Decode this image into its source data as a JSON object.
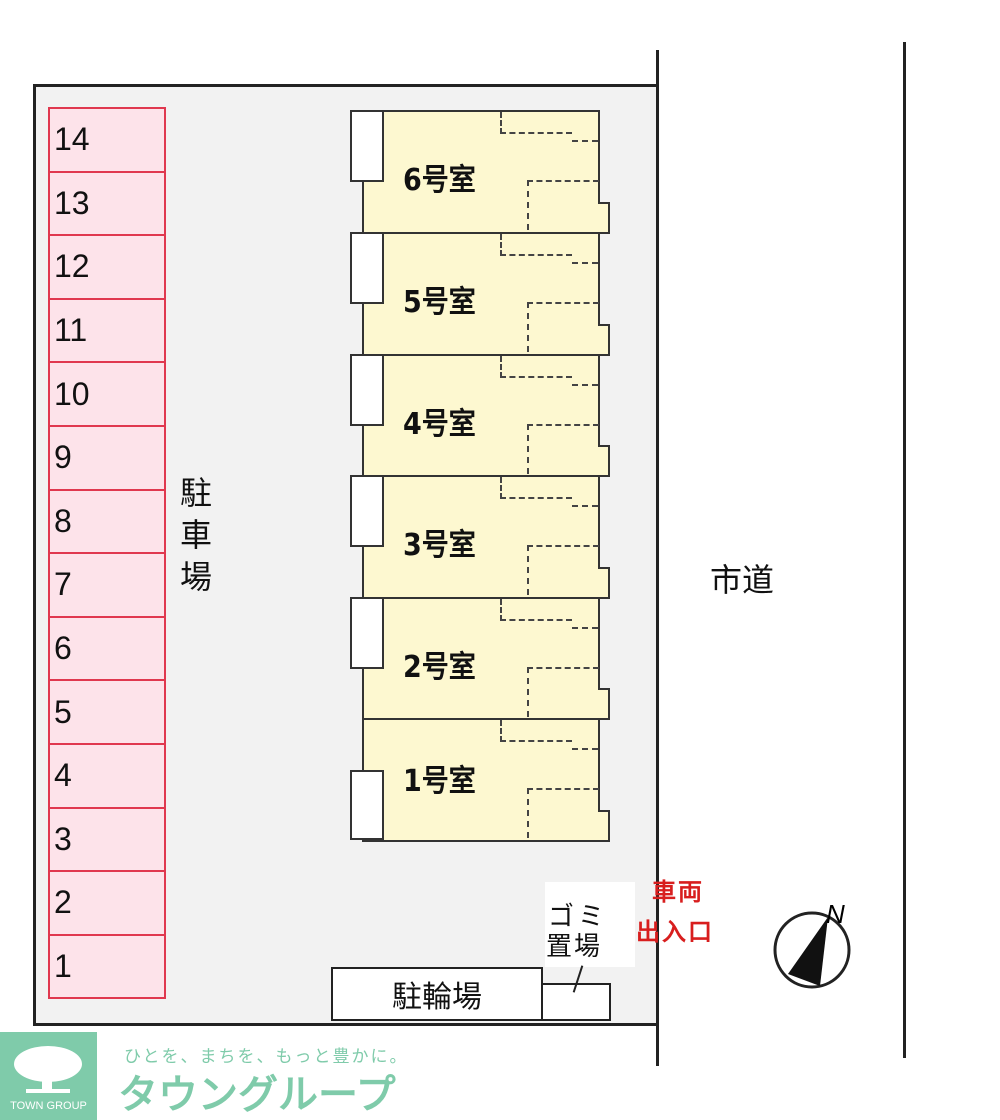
{
  "parking": {
    "label": "駐車場",
    "slots": [
      "14",
      "13",
      "12",
      "11",
      "10",
      "9",
      "8",
      "7",
      "6",
      "5",
      "4",
      "3",
      "2",
      "1"
    ]
  },
  "units": [
    "6号室",
    "5号室",
    "4号室",
    "3号室",
    "2号室",
    "1号室"
  ],
  "road_label": "市道",
  "entrance_label": [
    "車両",
    "出入口"
  ],
  "garbage_label": [
    "ゴミ",
    "置場"
  ],
  "bicycle_label": "駐輪場",
  "compass": {
    "label": "N"
  },
  "logo": {
    "brand": "TOWN GROUP",
    "tagline": "ひとを、まちを、もっと豊かに。",
    "name": "タウングループ",
    "color": "#7fcbaa"
  },
  "colors": {
    "parking_fill": "#fde3ea",
    "parking_border": "#e0384f",
    "unit_fill": "#fdf8d0",
    "lot": "#f2f2f2",
    "entrance": "#d81e1e"
  }
}
